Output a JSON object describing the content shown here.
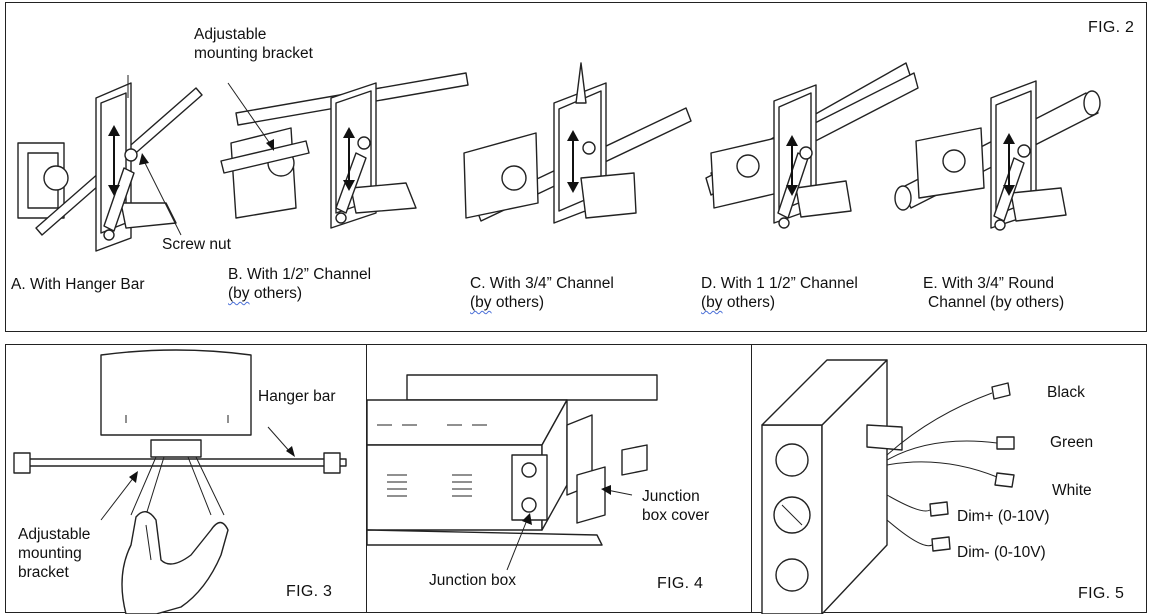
{
  "fig2": {
    "tag": "FIG. 2",
    "callout_bracket": [
      "Adjustable",
      "mounting bracket"
    ],
    "callout_nut": "Screw nut",
    "captions": [
      {
        "line1": "A. With Hanger Bar",
        "line2": ""
      },
      {
        "line1": "B. With 1/2” Channel",
        "line2a": "(by",
        "line2b": " others)"
      },
      {
        "line1": "C. With 3/4” Channel",
        "line2a": "(by",
        "line2b": " others)"
      },
      {
        "line1": "D. With 1 1/2” Channel",
        "line2a": "(by",
        "line2b": " others)"
      },
      {
        "line1": "E. With 3/4” Round",
        "line2": "Channel (by others)"
      }
    ]
  },
  "fig3": {
    "tag": "FIG. 3",
    "hanger": "Hanger bar",
    "bracket": [
      "Adjustable",
      "mounting",
      "bracket"
    ]
  },
  "fig4": {
    "tag": "FIG. 4",
    "jbox": "Junction box",
    "jcover": [
      "Junction",
      "box cover"
    ]
  },
  "fig5": {
    "tag": "FIG. 5",
    "wires": [
      "Black",
      "Green",
      "White",
      "Dim+ (0-10V)",
      "Dim- (0-10V)"
    ]
  }
}
